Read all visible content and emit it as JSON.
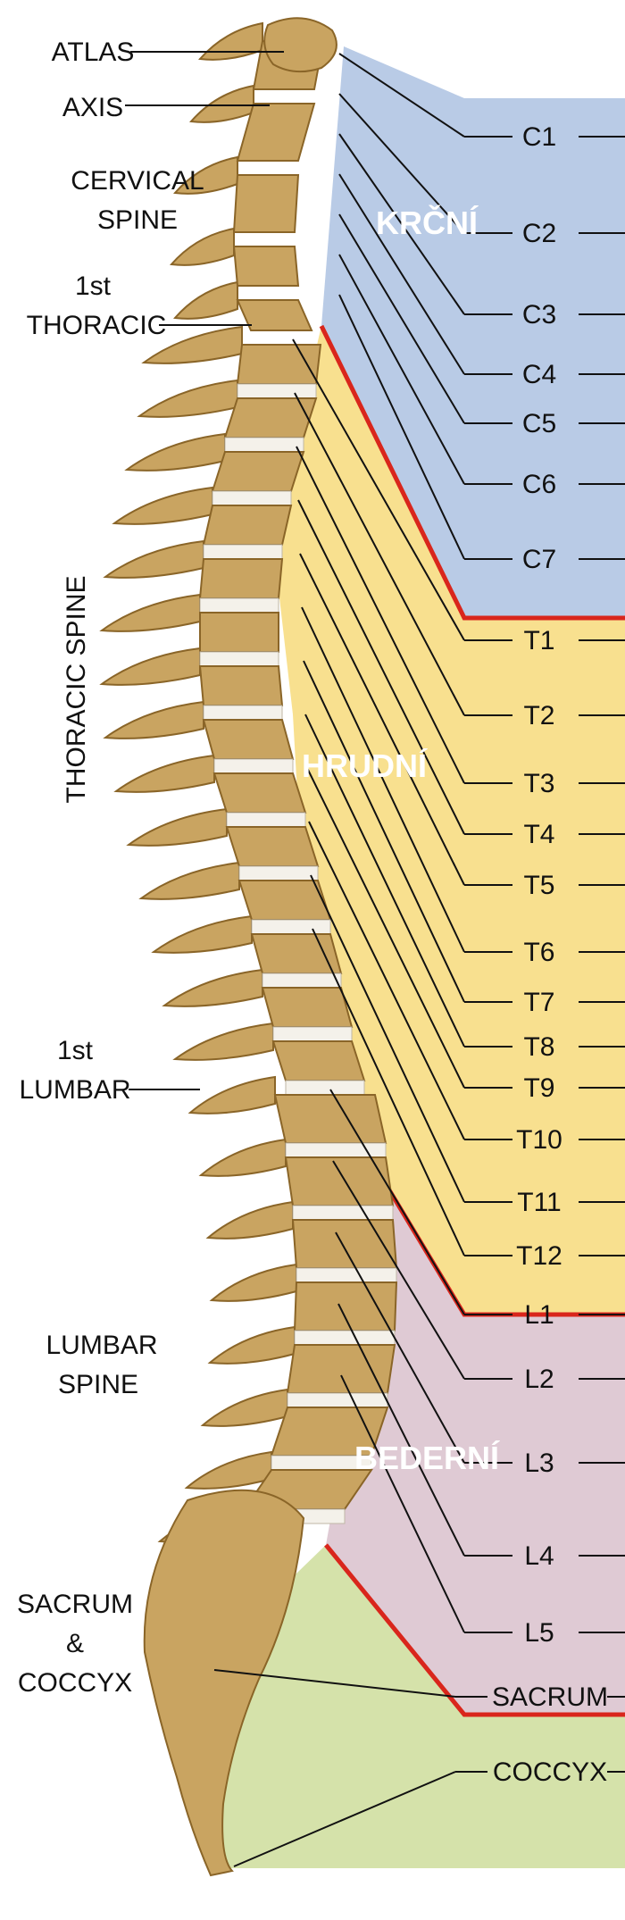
{
  "left_labels": {
    "atlas": "ATLAS",
    "axis": "AXIS",
    "cervical_line1": "CERVICAL",
    "cervical_line2": "SPINE",
    "first_thoracic_line1": "1st",
    "first_thoracic_line2": "THORACIC",
    "thoracic_spine": "THORACIC SPINE",
    "first_lumbar_line1": "1st",
    "first_lumbar_line2": "LUMBAR",
    "lumbar_line1": "LUMBAR",
    "lumbar_line2": "SPINE",
    "sacrum_line1": "SACRUM",
    "sacrum_line2": "&",
    "sacrum_line3": "COCCYX"
  },
  "regions": {
    "cervical": "KRČNÍ",
    "thoracic": "HRUDNÍ",
    "lumbar": "BEDERNÍ"
  },
  "segments": [
    "C1",
    "C2",
    "C3",
    "C4",
    "C5",
    "C6",
    "C7",
    "T1",
    "T2",
    "T3",
    "T4",
    "T5",
    "T6",
    "T7",
    "T8",
    "T9",
    "T10",
    "T11",
    "T12",
    "L1",
    "L2",
    "L3",
    "L4",
    "L5",
    "SACRUM",
    "COCCYX"
  ],
  "colors": {
    "cervical_band": "#b9cbe6",
    "thoracic_band": "#f8e08f",
    "lumbar_band": "#dfcad4",
    "sacral_band": "#d5e2aa",
    "divider": "#d9261c",
    "bone": "#c9a461",
    "bone_dark": "#8a6528",
    "disc": "#f4f1ea"
  }
}
